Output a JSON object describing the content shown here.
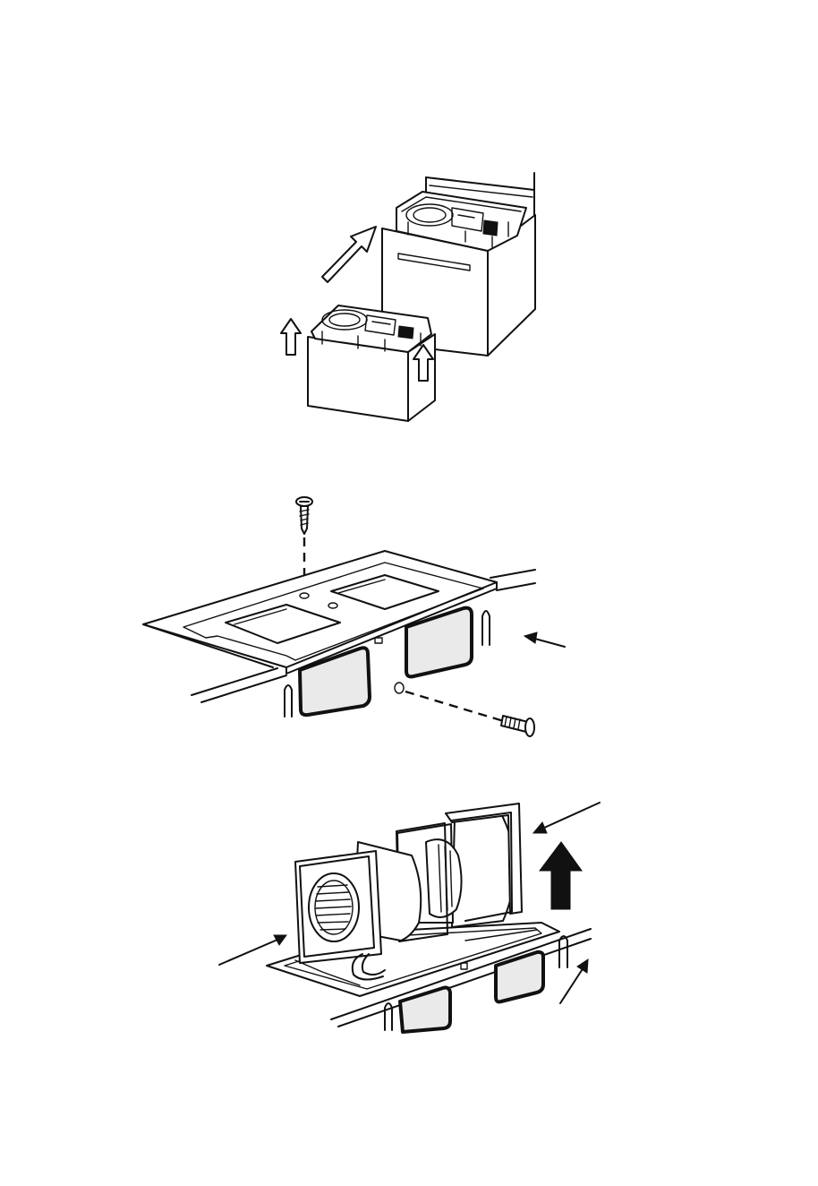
{
  "figures": [
    {
      "id": "fig-1",
      "depicts": "filter-boxes-lifted-out-of-housing"
    },
    {
      "id": "fig-2",
      "depicts": "mounting-plate-with-screws"
    },
    {
      "id": "fig-3",
      "depicts": "fan-units-lifted-from-plate"
    }
  ],
  "colors": {
    "line": "#111111",
    "background": "#ffffff",
    "panel_fill": "#eaeaea"
  },
  "icons": [
    "outline-up-arrow-icon",
    "outline-diagonal-arrow-icon",
    "screw-icon",
    "pointer-arrow-icon",
    "solid-up-arrow-icon"
  ]
}
